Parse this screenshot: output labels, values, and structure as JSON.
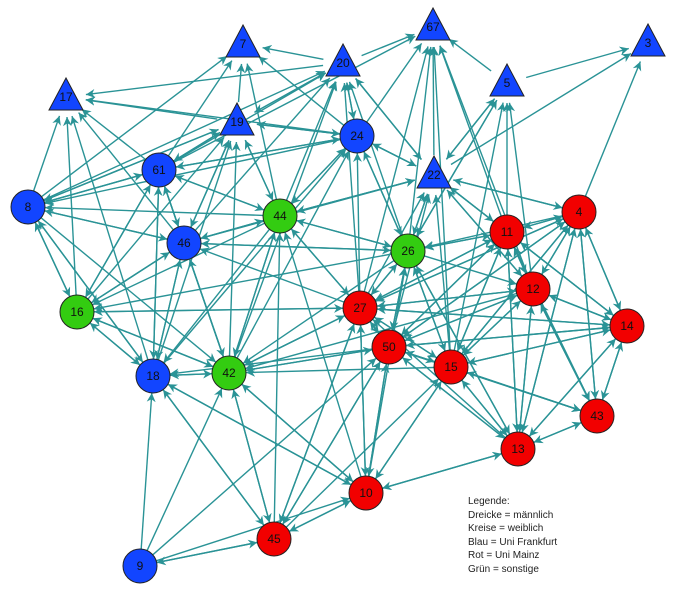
{
  "colors": {
    "edge": "#2a9396",
    "blue": "#1245ff",
    "red": "#f20000",
    "green": "#33cc11",
    "outline": "#222222"
  },
  "nodes": [
    {
      "id": "7",
      "shape": "triangle",
      "color": "blue"
    },
    {
      "id": "67",
      "shape": "triangle",
      "color": "blue"
    },
    {
      "id": "3",
      "shape": "triangle",
      "color": "blue"
    },
    {
      "id": "20",
      "shape": "triangle",
      "color": "blue"
    },
    {
      "id": "5",
      "shape": "triangle",
      "color": "blue"
    },
    {
      "id": "17",
      "shape": "triangle",
      "color": "blue"
    },
    {
      "id": "19",
      "shape": "triangle",
      "color": "blue"
    },
    {
      "id": "22",
      "shape": "triangle",
      "color": "blue"
    },
    {
      "id": "24",
      "shape": "circle",
      "color": "blue"
    },
    {
      "id": "61",
      "shape": "circle",
      "color": "blue"
    },
    {
      "id": "8",
      "shape": "circle",
      "color": "blue"
    },
    {
      "id": "46",
      "shape": "circle",
      "color": "blue"
    },
    {
      "id": "18",
      "shape": "circle",
      "color": "blue"
    },
    {
      "id": "9",
      "shape": "circle",
      "color": "blue"
    },
    {
      "id": "44",
      "shape": "circle",
      "color": "green"
    },
    {
      "id": "26",
      "shape": "circle",
      "color": "green"
    },
    {
      "id": "16",
      "shape": "circle",
      "color": "green"
    },
    {
      "id": "42",
      "shape": "circle",
      "color": "green"
    },
    {
      "id": "4",
      "shape": "circle",
      "color": "red"
    },
    {
      "id": "11",
      "shape": "circle",
      "color": "red"
    },
    {
      "id": "12",
      "shape": "circle",
      "color": "red"
    },
    {
      "id": "14",
      "shape": "circle",
      "color": "red"
    },
    {
      "id": "27",
      "shape": "circle",
      "color": "red"
    },
    {
      "id": "50",
      "shape": "circle",
      "color": "red"
    },
    {
      "id": "15",
      "shape": "circle",
      "color": "red"
    },
    {
      "id": "43",
      "shape": "circle",
      "color": "red"
    },
    {
      "id": "13",
      "shape": "circle",
      "color": "red"
    },
    {
      "id": "10",
      "shape": "circle",
      "color": "red"
    },
    {
      "id": "45",
      "shape": "circle",
      "color": "red"
    }
  ],
  "edges": [
    [
      "61",
      "7"
    ],
    [
      "61",
      "67"
    ],
    [
      "61",
      "20"
    ],
    [
      "61",
      "19"
    ],
    [
      "61",
      "17"
    ],
    [
      "61",
      "8"
    ],
    [
      "61",
      "46"
    ],
    [
      "61",
      "16"
    ],
    [
      "61",
      "18"
    ],
    [
      "61",
      "44"
    ],
    [
      "61",
      "24"
    ],
    [
      "8",
      "7"
    ],
    [
      "8",
      "20"
    ],
    [
      "8",
      "17"
    ],
    [
      "8",
      "19"
    ],
    [
      "8",
      "61"
    ],
    [
      "8",
      "46"
    ],
    [
      "8",
      "16"
    ],
    [
      "8",
      "18"
    ],
    [
      "8",
      "42"
    ],
    [
      "46",
      "17"
    ],
    [
      "46",
      "8"
    ],
    [
      "46",
      "61"
    ],
    [
      "46",
      "19"
    ],
    [
      "46",
      "20"
    ],
    [
      "46",
      "16"
    ],
    [
      "46",
      "18"
    ],
    [
      "46",
      "42"
    ],
    [
      "46",
      "44"
    ],
    [
      "46",
      "22"
    ],
    [
      "46",
      "26"
    ],
    [
      "16",
      "17"
    ],
    [
      "16",
      "8"
    ],
    [
      "16",
      "61"
    ],
    [
      "16",
      "46"
    ],
    [
      "16",
      "42"
    ],
    [
      "16",
      "18"
    ],
    [
      "16",
      "19"
    ],
    [
      "16",
      "27"
    ],
    [
      "18",
      "17"
    ],
    [
      "18",
      "61"
    ],
    [
      "18",
      "8"
    ],
    [
      "18",
      "46"
    ],
    [
      "18",
      "16"
    ],
    [
      "18",
      "19"
    ],
    [
      "18",
      "42"
    ],
    [
      "18",
      "24"
    ],
    [
      "18",
      "10"
    ],
    [
      "18",
      "45"
    ],
    [
      "9",
      "18"
    ],
    [
      "9",
      "42"
    ],
    [
      "9",
      "45"
    ],
    [
      "9",
      "10"
    ],
    [
      "9",
      "50"
    ],
    [
      "42",
      "19"
    ],
    [
      "42",
      "20"
    ],
    [
      "42",
      "24"
    ],
    [
      "42",
      "44"
    ],
    [
      "42",
      "46"
    ],
    [
      "42",
      "16"
    ],
    [
      "42",
      "18"
    ],
    [
      "42",
      "27"
    ],
    [
      "42",
      "50"
    ],
    [
      "42",
      "10"
    ],
    [
      "42",
      "45"
    ],
    [
      "42",
      "61"
    ],
    [
      "44",
      "7"
    ],
    [
      "44",
      "20"
    ],
    [
      "44",
      "19"
    ],
    [
      "44",
      "24"
    ],
    [
      "44",
      "61"
    ],
    [
      "44",
      "8"
    ],
    [
      "44",
      "46"
    ],
    [
      "44",
      "16"
    ],
    [
      "44",
      "18"
    ],
    [
      "44",
      "42"
    ],
    [
      "44",
      "22"
    ],
    [
      "44",
      "26"
    ],
    [
      "44",
      "27"
    ],
    [
      "26",
      "24"
    ],
    [
      "26",
      "20"
    ],
    [
      "26",
      "67"
    ],
    [
      "26",
      "5"
    ],
    [
      "26",
      "22"
    ],
    [
      "26",
      "44"
    ],
    [
      "26",
      "46"
    ],
    [
      "26",
      "16"
    ],
    [
      "26",
      "42"
    ],
    [
      "26",
      "11"
    ],
    [
      "26",
      "12"
    ],
    [
      "26",
      "27"
    ],
    [
      "26",
      "50"
    ],
    [
      "26",
      "15"
    ],
    [
      "26",
      "13"
    ],
    [
      "24",
      "7"
    ],
    [
      "24",
      "67"
    ],
    [
      "24",
      "20"
    ],
    [
      "24",
      "19"
    ],
    [
      "24",
      "17"
    ],
    [
      "24",
      "61"
    ],
    [
      "24",
      "8"
    ],
    [
      "24",
      "44"
    ],
    [
      "24",
      "22"
    ],
    [
      "24",
      "26"
    ],
    [
      "19",
      "7"
    ],
    [
      "19",
      "17"
    ],
    [
      "19",
      "20"
    ],
    [
      "19",
      "61"
    ],
    [
      "19",
      "8"
    ],
    [
      "19",
      "46"
    ],
    [
      "19",
      "44"
    ],
    [
      "19",
      "24"
    ],
    [
      "20",
      "7"
    ],
    [
      "20",
      "67"
    ],
    [
      "20",
      "17"
    ],
    [
      "20",
      "24"
    ],
    [
      "20",
      "22"
    ],
    [
      "20",
      "19"
    ],
    [
      "22",
      "67"
    ],
    [
      "22",
      "5"
    ],
    [
      "22",
      "3"
    ],
    [
      "22",
      "20"
    ],
    [
      "22",
      "24"
    ],
    [
      "22",
      "44"
    ],
    [
      "22",
      "26"
    ],
    [
      "22",
      "11"
    ],
    [
      "22",
      "12"
    ],
    [
      "22",
      "4"
    ],
    [
      "22",
      "14"
    ],
    [
      "5",
      "3"
    ],
    [
      "5",
      "67"
    ],
    [
      "5",
      "22"
    ],
    [
      "5",
      "26"
    ],
    [
      "11",
      "67"
    ],
    [
      "11",
      "5"
    ],
    [
      "11",
      "22"
    ],
    [
      "11",
      "4"
    ],
    [
      "11",
      "12"
    ],
    [
      "11",
      "14"
    ],
    [
      "11",
      "15"
    ],
    [
      "11",
      "13"
    ],
    [
      "11",
      "43"
    ],
    [
      "11",
      "27"
    ],
    [
      "11",
      "50"
    ],
    [
      "11",
      "26"
    ],
    [
      "4",
      "3"
    ],
    [
      "4",
      "22"
    ],
    [
      "4",
      "11"
    ],
    [
      "4",
      "12"
    ],
    [
      "4",
      "14"
    ],
    [
      "4",
      "15"
    ],
    [
      "4",
      "43"
    ],
    [
      "4",
      "13"
    ],
    [
      "4",
      "50"
    ],
    [
      "4",
      "27"
    ],
    [
      "4",
      "26"
    ],
    [
      "12",
      "67"
    ],
    [
      "12",
      "5"
    ],
    [
      "12",
      "22"
    ],
    [
      "12",
      "4"
    ],
    [
      "12",
      "11"
    ],
    [
      "12",
      "14"
    ],
    [
      "12",
      "43"
    ],
    [
      "12",
      "13"
    ],
    [
      "12",
      "15"
    ],
    [
      "12",
      "50"
    ],
    [
      "12",
      "27"
    ],
    [
      "12",
      "42"
    ],
    [
      "14",
      "4"
    ],
    [
      "14",
      "11"
    ],
    [
      "14",
      "12"
    ],
    [
      "14",
      "43"
    ],
    [
      "14",
      "13"
    ],
    [
      "14",
      "15"
    ],
    [
      "14",
      "50"
    ],
    [
      "14",
      "27"
    ],
    [
      "27",
      "67"
    ],
    [
      "27",
      "20"
    ],
    [
      "27",
      "24"
    ],
    [
      "27",
      "22"
    ],
    [
      "27",
      "44"
    ],
    [
      "27",
      "26"
    ],
    [
      "27",
      "46"
    ],
    [
      "27",
      "16"
    ],
    [
      "27",
      "42"
    ],
    [
      "27",
      "11"
    ],
    [
      "27",
      "12"
    ],
    [
      "27",
      "4"
    ],
    [
      "27",
      "14"
    ],
    [
      "27",
      "50"
    ],
    [
      "27",
      "15"
    ],
    [
      "27",
      "10"
    ],
    [
      "27",
      "45"
    ],
    [
      "50",
      "22"
    ],
    [
      "50",
      "26"
    ],
    [
      "50",
      "27"
    ],
    [
      "50",
      "11"
    ],
    [
      "50",
      "12"
    ],
    [
      "50",
      "4"
    ],
    [
      "50",
      "14"
    ],
    [
      "50",
      "15"
    ],
    [
      "50",
      "43"
    ],
    [
      "50",
      "13"
    ],
    [
      "50",
      "10"
    ],
    [
      "50",
      "45"
    ],
    [
      "50",
      "42"
    ],
    [
      "50",
      "18"
    ],
    [
      "15",
      "67"
    ],
    [
      "15",
      "5"
    ],
    [
      "15",
      "22"
    ],
    [
      "15",
      "26"
    ],
    [
      "15",
      "27"
    ],
    [
      "15",
      "50"
    ],
    [
      "15",
      "11"
    ],
    [
      "15",
      "12"
    ],
    [
      "15",
      "4"
    ],
    [
      "15",
      "14"
    ],
    [
      "15",
      "43"
    ],
    [
      "15",
      "13"
    ],
    [
      "15",
      "10"
    ],
    [
      "15",
      "42"
    ],
    [
      "43",
      "4"
    ],
    [
      "43",
      "11"
    ],
    [
      "43",
      "12"
    ],
    [
      "43",
      "14"
    ],
    [
      "43",
      "15"
    ],
    [
      "43",
      "13"
    ],
    [
      "43",
      "50"
    ],
    [
      "13",
      "4"
    ],
    [
      "13",
      "11"
    ],
    [
      "13",
      "12"
    ],
    [
      "13",
      "14"
    ],
    [
      "13",
      "43"
    ],
    [
      "13",
      "15"
    ],
    [
      "13",
      "50"
    ],
    [
      "13",
      "27"
    ],
    [
      "13",
      "10"
    ],
    [
      "13",
      "26"
    ],
    [
      "10",
      "27"
    ],
    [
      "10",
      "50"
    ],
    [
      "10",
      "15"
    ],
    [
      "10",
      "13"
    ],
    [
      "10",
      "42"
    ],
    [
      "10",
      "18"
    ],
    [
      "10",
      "45"
    ],
    [
      "10",
      "44"
    ],
    [
      "10",
      "26"
    ],
    [
      "45",
      "42"
    ],
    [
      "45",
      "18"
    ],
    [
      "45",
      "27"
    ],
    [
      "45",
      "50"
    ],
    [
      "45",
      "15"
    ],
    [
      "45",
      "10"
    ],
    [
      "45",
      "9"
    ],
    [
      "45",
      "44"
    ]
  ],
  "legend": {
    "title": "Legende:",
    "lines": [
      "Dreicke = männlich",
      "Kreise = weiblich",
      "Blau = Uni Frankfurt",
      "Rot = Uni Mainz",
      "Grün = sonstige"
    ]
  }
}
